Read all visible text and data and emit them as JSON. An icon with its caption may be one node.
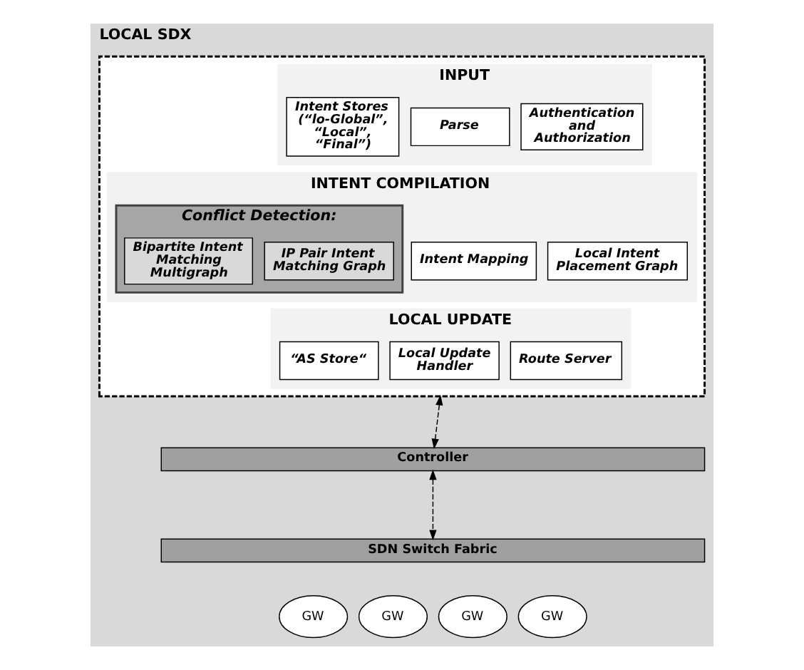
{
  "diagram": {
    "nodes": [
      {
        "text": [
          "LOCAL SDX"
        ]
      },
      {
        "text": [],
        "shape": "box",
        "in": 0
      },
      {
        "text": [
          "INPUT"
        ],
        "in": 1
      },
      {
        "text": [
          "Authentication and Authorization"
        ],
        "in": 2
      },
      {
        "text": [
          "Parse"
        ],
        "in": 2
      },
      {
        "text": [
          "Intent Stores (“lo-Global”, “Local”, “Final”)"
        ],
        "in": 2
      },
      {
        "text": [
          "INTENT COMPILATION"
        ],
        "in": 1
      },
      {
        "text": [
          "Local Intent Placement Graph"
        ],
        "in": 6
      },
      {
        "text": [
          "Intent Mapping"
        ],
        "in": 6
      },
      {
        "text": [
          "Conflict Detection:"
        ],
        "in": 6
      },
      {
        "text": [
          "IP Pair Intent Matching Graph"
        ],
        "in": 9
      },
      {
        "text": [
          "Bipartite Intent Matching Multigraph"
        ],
        "in": 9
      },
      {
        "text": [
          "LOCAL UPDATE"
        ],
        "in": 1
      },
      {
        "text": [
          "Route Server"
        ],
        "in": 12
      },
      {
        "text": [
          "Local Update Handler"
        ],
        "in": 12
      },
      {
        "text": [
          "“AS Store“"
        ],
        "in": 12
      },
      {
        "text": [
          "Controller"
        ],
        "in": 0
      },
      {
        "text": [
          "SDN Switch Fabric"
        ],
        "in": 0
      },
      {
        "text": [
          "GW"
        ],
        "in": 0
      },
      {
        "text": [
          "GW"
        ],
        "in": 0
      },
      {
        "text": [
          "GW"
        ],
        "in": 0
      },
      {
        "text": [
          "GW"
        ],
        "in": 0
      }
    ],
    "edges": [
      {
        "from": 1,
        "to": 16,
        "arrow": "both",
        "style": "dashed"
      },
      {
        "from": 16,
        "to": 17,
        "arrow": "both",
        "style": "dashed"
      }
    ]
  }
}
